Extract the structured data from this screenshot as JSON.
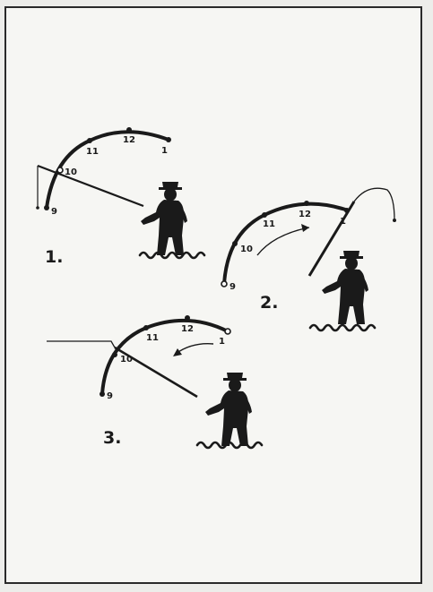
{
  "colors": {
    "ink": "#1a1a1a",
    "paper": "#f6f6f3",
    "border": "#2a2a2a"
  },
  "steps": [
    {
      "label": "1.",
      "dial": [
        "9",
        "10",
        "11",
        "12",
        "1"
      ]
    },
    {
      "label": "2.",
      "dial": [
        "9",
        "10",
        "11",
        "12",
        "1"
      ]
    },
    {
      "label": "3.",
      "dial": [
        "9",
        "10",
        "11",
        "12",
        "1"
      ]
    }
  ]
}
